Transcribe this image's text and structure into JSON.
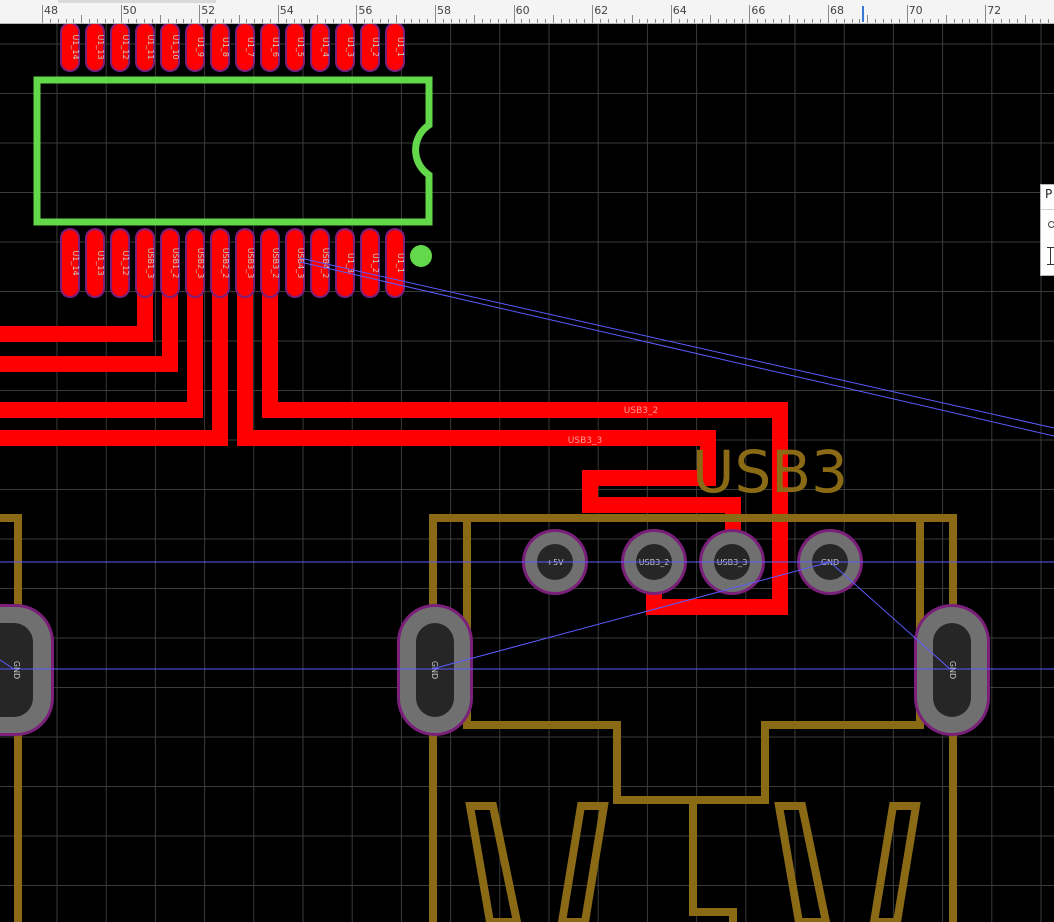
{
  "ruler": {
    "labels": [
      "48",
      "50",
      "52",
      "54",
      "56",
      "58",
      "60",
      "62",
      "64",
      "66",
      "68",
      "70",
      "72"
    ]
  },
  "side_panel": {
    "tab_label": "P"
  },
  "colors": {
    "trace": "#ff0000",
    "silk_ic": "#62d84a",
    "silk_conn": "#8a6a14",
    "ratsnest": "#5b5bff",
    "grid": "#3a3a3a",
    "pad_ring": "#707070",
    "pad_core": "#262626",
    "pad_outline": "#7a1f7a"
  },
  "ic": {
    "top_pins": [
      "U1_14",
      "U1_13",
      "U1_12",
      "U1_11",
      "U1_10",
      "U1_9",
      "U1_8",
      "U1_7",
      "U1_6",
      "U1_5",
      "U1_4",
      "U1_3",
      "U1_2",
      "U1_1"
    ],
    "bottom_pins": [
      "U1_14",
      "U1_13",
      "U1_12",
      "USB1_3",
      "USB1_2",
      "USB2_3",
      "USB2_2",
      "USB3_3",
      "USB3_2",
      "USB4_3",
      "USB4_2",
      "U1_3",
      "U1_2",
      "U1_1"
    ]
  },
  "connector": {
    "refdes": "USB3",
    "pins": [
      "+5V",
      "USB3_2",
      "USB3_3",
      "GND"
    ],
    "shield_pads": [
      "GND",
      "GND"
    ],
    "left_shield_pad": "GND"
  },
  "nets": {
    "usb3_2": "USB3_2",
    "usb3_3": "USB3_3"
  }
}
